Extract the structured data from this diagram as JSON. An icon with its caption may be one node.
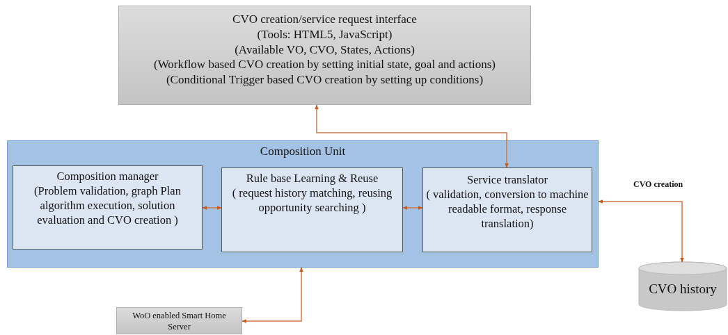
{
  "diagram": {
    "nodes": [
      {
        "text": [
          "CVO creation/service request interface",
          "(Tools: HTML5, JavaScript)",
          "(Available VO, CVO, States, Actions)",
          "(Workflow based CVO creation by setting initial state, goal and actions)",
          "(Conditional Trigger based CVO creation by setting up conditions)"
        ]
      },
      {
        "text": [
          "Composition Unit"
        ]
      },
      {
        "text": [
          "Composition manager",
          "(Problem validation, graph Plan algorithm execution, solution evaluation and CVO creation )"
        ],
        "in": 1
      },
      {
        "text": [
          "Rule base Learning & Reuse",
          "( request history matching, reusing opportunity searching )"
        ],
        "in": 1
      },
      {
        "text": [
          "Service translator",
          "( validation, conversion to machine readable format, response translation)"
        ],
        "in": 1
      },
      {
        "text": [
          "CVO history"
        ]
      },
      {
        "text": [
          "WoO enabled Smart Home Server"
        ]
      }
    ],
    "edges": [
      {
        "from": 4,
        "to": 0,
        "arrow": "both"
      },
      {
        "from": 2,
        "to": 3,
        "arrow": "both"
      },
      {
        "from": 3,
        "to": 4,
        "arrow": "both"
      },
      {
        "from": 1,
        "to": 5,
        "arrow": "both",
        "label": "CVO creation"
      },
      {
        "from": 6,
        "to": 1,
        "arrow": "both"
      }
    ]
  }
}
